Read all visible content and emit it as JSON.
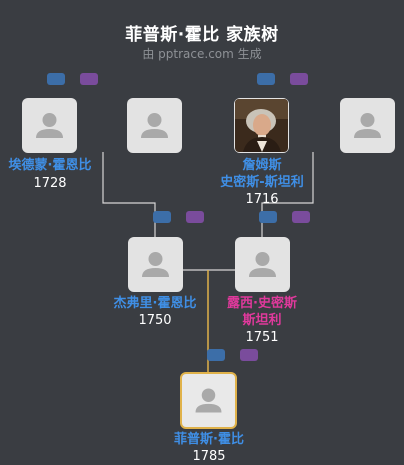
{
  "header": {
    "title": "菲普斯·霍比 家族树",
    "subtitle": "由 pptrace.com 生成"
  },
  "colors": {
    "background": "#3a3d42",
    "male": "#3f8fe6",
    "female": "#e0399c",
    "focus_border": "#e0b24a",
    "badge_blue": "#3c6ea8",
    "badge_purple": "#7a4c9c"
  },
  "people": {
    "ggf_hobby": {
      "name": "埃德蒙·霍恩比",
      "year": "1728"
    },
    "ggm_hobby": {
      "name": "",
      "year": ""
    },
    "ggf_smith": {
      "name_line1": "詹姆斯",
      "name_line2": "史密斯-斯坦利",
      "year": "1716"
    },
    "ggm_smith": {
      "name": "",
      "year": ""
    },
    "father": {
      "name": "杰弗里·霍恩比",
      "year": "1750"
    },
    "mother": {
      "name_line1": "露西·史密斯",
      "name_line2": "斯坦利",
      "year": "1751"
    },
    "self": {
      "name": "菲普斯·霍比",
      "year": "1785"
    }
  }
}
